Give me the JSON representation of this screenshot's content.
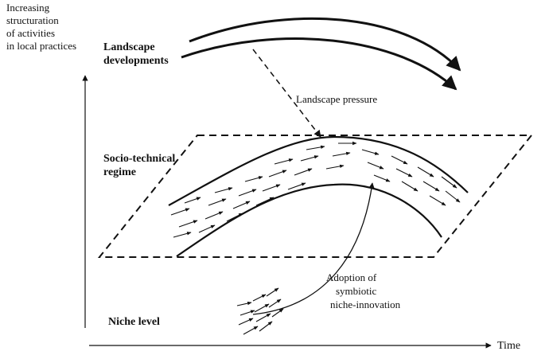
{
  "y_axis_label": [
    "Increasing",
    "structuration",
    "of activities",
    "in local practices"
  ],
  "x_axis_label": "Time",
  "levels": {
    "landscape": [
      "Landscape",
      "developments"
    ],
    "regime": [
      "Socio-technical",
      "regime"
    ],
    "niche": "Niche level"
  },
  "annotations": {
    "landscape_pressure": "Landscape pressure",
    "adoption": [
      "Adoption of",
      "symbiotic",
      "niche-innovation"
    ]
  },
  "colors": {
    "ink": "#111111",
    "background": "#ffffff"
  }
}
